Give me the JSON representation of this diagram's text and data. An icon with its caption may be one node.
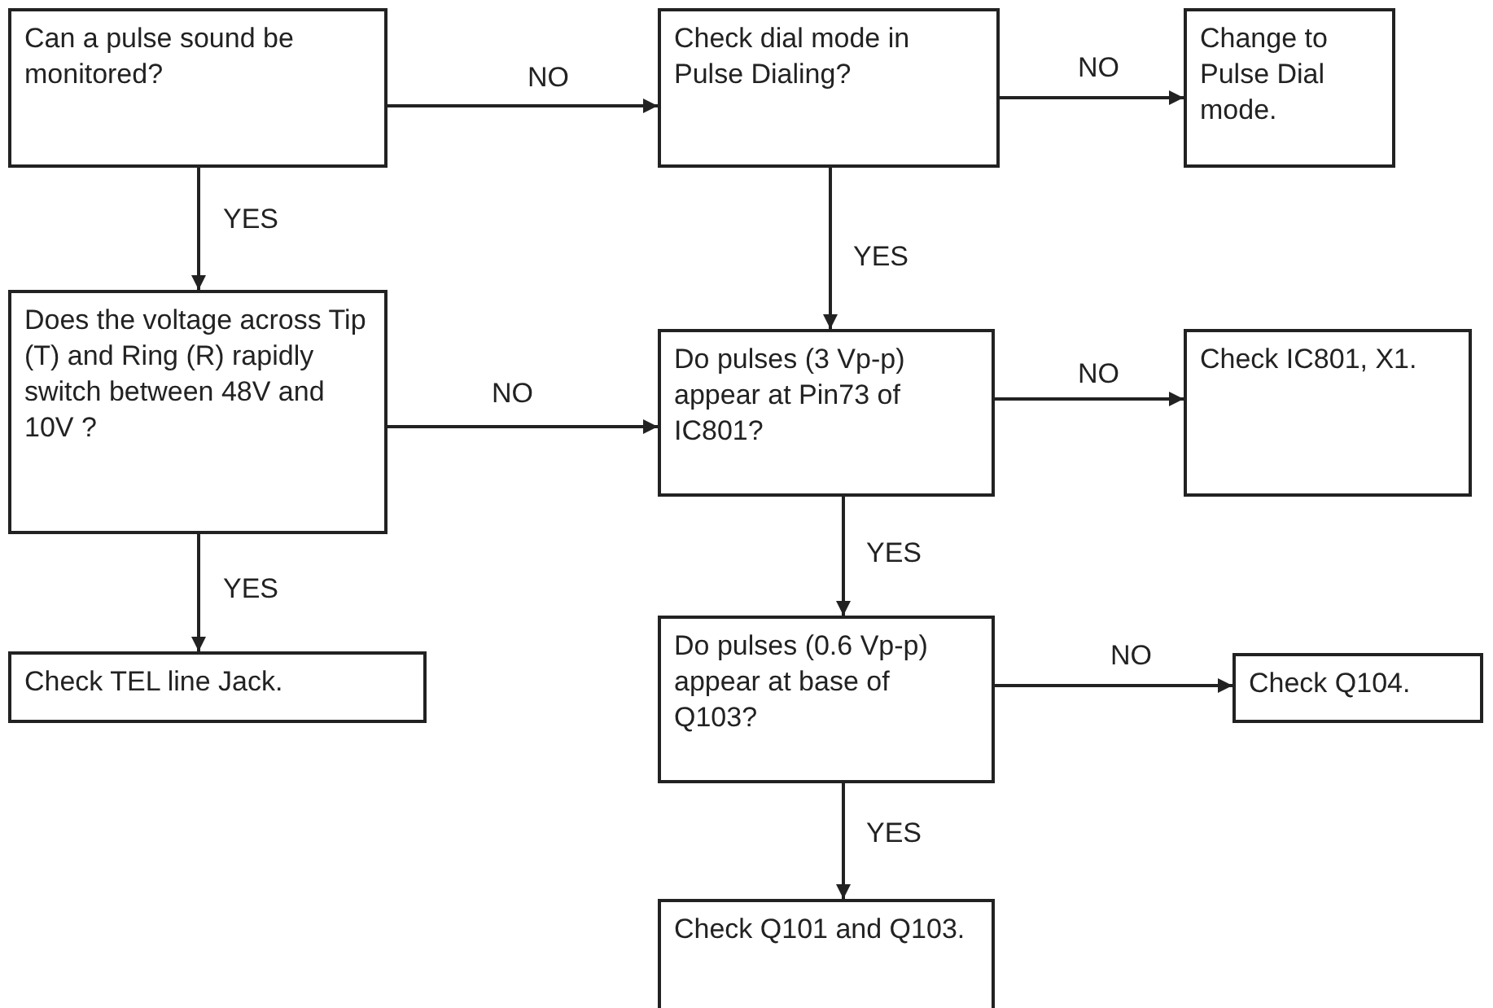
{
  "diagram": {
    "nodes": [
      {
        "text": [
          "Can a pulse sound be monitored?"
        ]
      },
      {
        "text": [
          "Check dial mode in Pulse Dialing?"
        ]
      },
      {
        "text": [
          "Change to Pulse Dial mode."
        ]
      },
      {
        "text": [
          "Does the voltage across Tip (T) and Ring (R) rapidly switch between 48V and 10V  ?"
        ]
      },
      {
        "text": [
          "Do pulses (3 Vp-p) appear at Pin73 of IC801?"
        ]
      },
      {
        "text": [
          "Check IC801, X1."
        ]
      },
      {
        "text": [
          "Check TEL line Jack."
        ]
      },
      {
        "text": [
          "Do pulses (0.6 Vp-p) appear at base of Q103?"
        ]
      },
      {
        "text": [
          "Check Q104."
        ]
      },
      {
        "text": [
          "Check Q101 and Q103."
        ]
      }
    ],
    "edges": [
      {
        "from": 0,
        "to": 1,
        "arrow": "to",
        "label": "NO"
      },
      {
        "from": 1,
        "to": 2,
        "arrow": "to",
        "label": "NO"
      },
      {
        "from": 0,
        "to": 3,
        "arrow": "to",
        "label": "YES"
      },
      {
        "from": 1,
        "to": 4,
        "arrow": "to",
        "label": "YES"
      },
      {
        "from": 3,
        "to": 4,
        "arrow": "to",
        "label": "NO"
      },
      {
        "from": 4,
        "to": 5,
        "arrow": "to",
        "label": "NO"
      },
      {
        "from": 3,
        "to": 6,
        "arrow": "to",
        "label": "YES"
      },
      {
        "from": 4,
        "to": 7,
        "arrow": "to",
        "label": "YES"
      },
      {
        "from": 7,
        "to": 8,
        "arrow": "to",
        "label": "NO"
      },
      {
        "from": 7,
        "to": 9,
        "arrow": "to",
        "label": "YES"
      }
    ]
  }
}
